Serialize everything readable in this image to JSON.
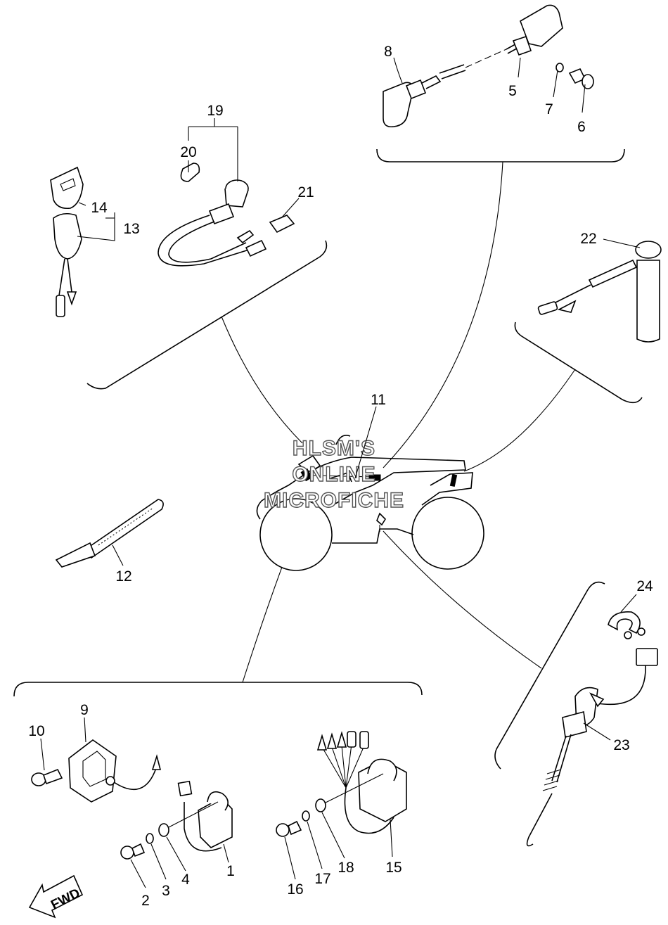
{
  "watermark": {
    "line1": "HLSM'S",
    "line2": "ONLINE",
    "line3": "MICROFICHE"
  },
  "fwd_label": "FWD",
  "callouts": [
    "1",
    "2",
    "3",
    "4",
    "5",
    "6",
    "7",
    "8",
    "9",
    "10",
    "11",
    "12",
    "13",
    "14",
    "15",
    "16",
    "17",
    "18",
    "19",
    "20",
    "21",
    "22",
    "23",
    "24"
  ]
}
